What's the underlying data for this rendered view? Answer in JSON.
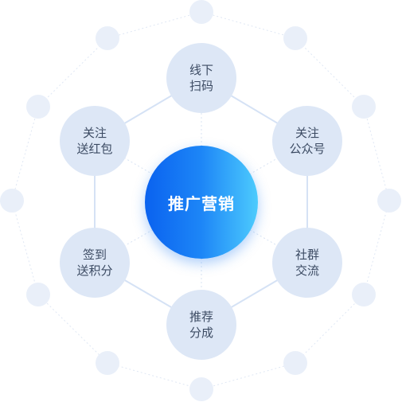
{
  "center": {
    "label": "推广营销",
    "gradient_start": "#0a62ef",
    "gradient_end": "#4dcbfd"
  },
  "nodes": [
    {
      "id": "offline-scan",
      "line1": "线下",
      "line2": "扫码"
    },
    {
      "id": "follow-official",
      "line1": "关注",
      "line2": "公众号"
    },
    {
      "id": "community",
      "line1": "社群",
      "line2": "交流"
    },
    {
      "id": "recommend",
      "line1": "推荐",
      "line2": "分成"
    },
    {
      "id": "checkin",
      "line1": "签到",
      "line2": "送积分"
    },
    {
      "id": "follow-redpacket",
      "line1": "关注",
      "line2": "送红包"
    }
  ],
  "colors": {
    "node_fill": "#dde7f6",
    "node_text": "#3c4b63",
    "hex_line": "#d5e2f5",
    "outer_dot": "#e9eff9",
    "outer_line": "#dfe7f4"
  }
}
